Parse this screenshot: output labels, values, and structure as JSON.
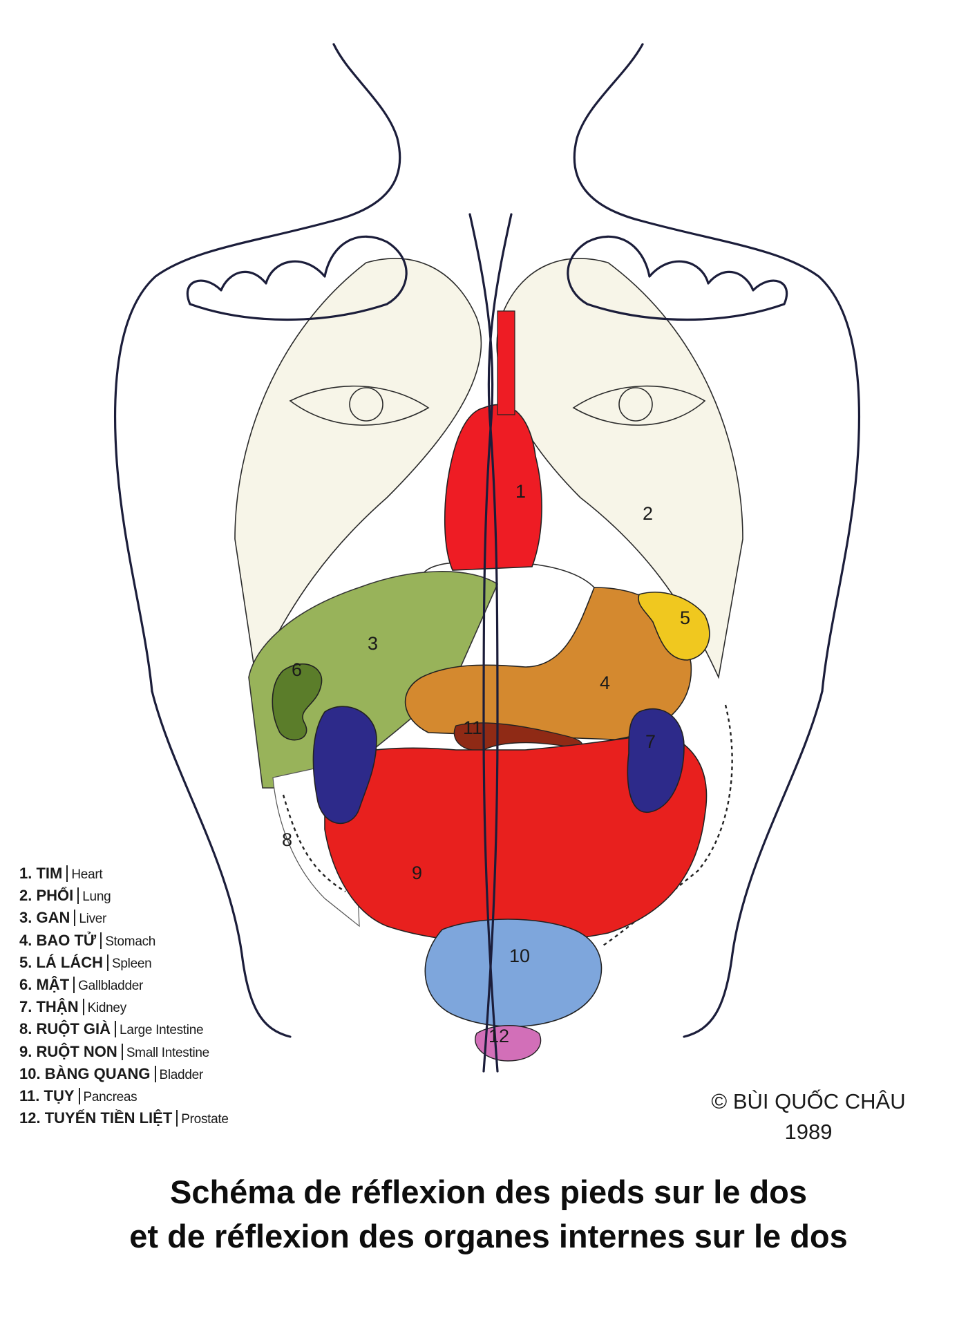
{
  "legend": [
    {
      "num": "1.",
      "vn": "TIM",
      "en": "Heart"
    },
    {
      "num": "2.",
      "vn": "PHỔI",
      "en": "Lung"
    },
    {
      "num": "3.",
      "vn": "GAN",
      "en": "Liver"
    },
    {
      "num": "4.",
      "vn": "BAO TỬ",
      "en": "Stomach"
    },
    {
      "num": "5.",
      "vn": "LÁ LÁCH",
      "en": "Spleen"
    },
    {
      "num": "6.",
      "vn": "MẬT",
      "en": "Gallbladder"
    },
    {
      "num": "7.",
      "vn": "THẬN",
      "en": "Kidney"
    },
    {
      "num": "8.",
      "vn": "RUỘT GIÀ",
      "en": "Large Intestine"
    },
    {
      "num": "9.",
      "vn": "RUỘT NON",
      "en": "Small Intestine"
    },
    {
      "num": "10.",
      "vn": "BÀNG QUANG",
      "en": "Bladder"
    },
    {
      "num": "11.",
      "vn": "TỤY",
      "en": "Pancreas"
    },
    {
      "num": "12.",
      "vn": "TUYẾN TIỀN LIỆT",
      "en": "Prostate"
    }
  ],
  "organ_labels": {
    "heart": "1",
    "lung": "2",
    "liver": "3",
    "stomach": "4",
    "spleen": "5",
    "gallbladder": "6",
    "kidney": "7",
    "large_intestine": "8",
    "small_intestine": "9",
    "bladder": "10",
    "pancreas": "11",
    "prostate": "12"
  },
  "copyright": {
    "author": "© BÙI QUỐC CHÂU",
    "year": "1989"
  },
  "caption": {
    "line1": "Schéma de réflexion des pieds sur le dos",
    "line2": "et de réflexion des organes internes sur le dos"
  },
  "colors": {
    "heart": "#ee1c24",
    "lung": "#f7f5e8",
    "liver": "#98b35a",
    "gallbladder": "#5b7d2a",
    "stomach": "#d4892f",
    "spleen": "#f0c81f",
    "kidney": "#2d2a8a",
    "pancreas": "#8f2a15",
    "small_intestine": "#e8201e",
    "bladder": "#7ea6dc",
    "prostate": "#d26fb8",
    "outline": "#1b1d3a"
  }
}
